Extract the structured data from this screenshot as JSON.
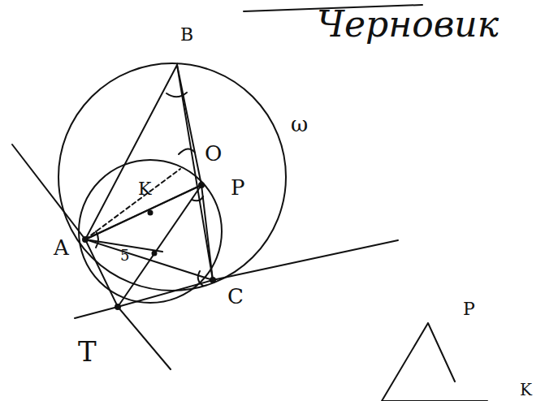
{
  "diagram": {
    "labels": [
      "Черновик",
      "B",
      "ω",
      "O",
      "P",
      "K",
      "A",
      "5",
      "C",
      "T",
      "P",
      "K"
    ]
  }
}
